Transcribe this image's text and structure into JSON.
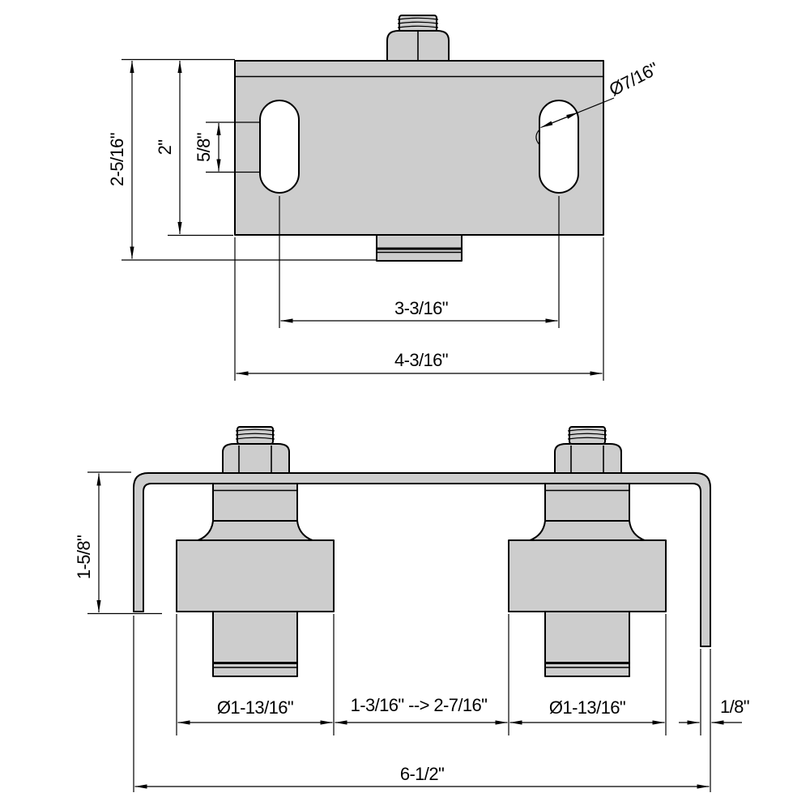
{
  "drawing": {
    "colors": {
      "background": "#ffffff",
      "part_fill": "#cdcdcd",
      "line": "#000000"
    },
    "top_view": {
      "labels": {
        "overall_height": "2-5/16\"",
        "plate_height": "2\"",
        "slot_straight_length": "5/8\"",
        "slot_diameter": "Ø7/16\"",
        "slot_center_distance": "3-3/16\"",
        "overall_width": "4-3/16\""
      }
    },
    "bottom_view": {
      "labels": {
        "drop_height": "1-5/8\"",
        "left_roller_diameter": "Ø1-13/16\"",
        "roller_gap_range": "1-3/16\" --> 2-7/16\"",
        "right_roller_diameter": "Ø1-13/16\"",
        "material_thickness": "1/8\"",
        "overall_width": "6-1/2\""
      }
    }
  }
}
